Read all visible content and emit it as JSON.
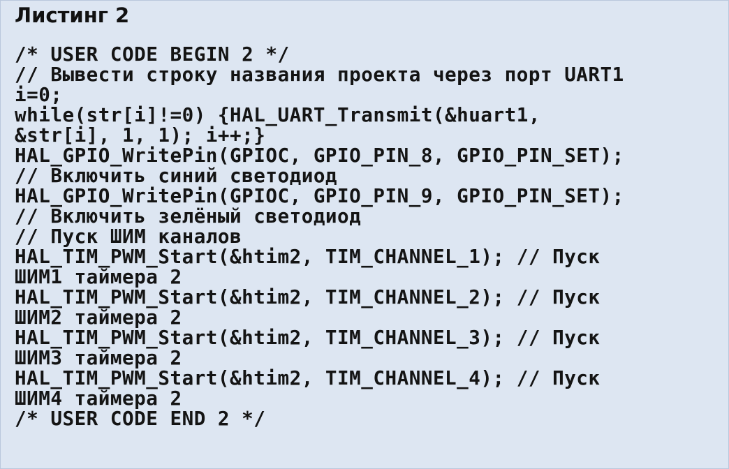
{
  "listing": {
    "title": "Листинг 2",
    "background_color": "#dde6f2",
    "lines": [
      "/* USER CODE BEGIN 2 */",
      "// Вывести строку названия проекта через порт UART1",
      "i=0;",
      "while(str[i]!=0) {HAL_UART_Transmit(&huart1,",
      "&str[i], 1, 1); i++;}",
      "HAL_GPIO_WritePin(GPIOC, GPIO_PIN_8, GPIO_PIN_SET);",
      "// Включить синий светодиод",
      "HAL_GPIO_WritePin(GPIOC, GPIO_PIN_9, GPIO_PIN_SET);",
      "// Включить зелёный светодиод",
      "// Пуск ШИМ каналов",
      "HAL_TIM_PWM_Start(&htim2, TIM_CHANNEL_1); // Пуск",
      "ШИМ1 таймера 2",
      "HAL_TIM_PWM_Start(&htim2, TIM_CHANNEL_2); // Пуск",
      "ШИМ2 таймера 2",
      "HAL_TIM_PWM_Start(&htim2, TIM_CHANNEL_3); // Пуск",
      "ШИМ3 таймера 2",
      "HAL_TIM_PWM_Start(&htim2, TIM_CHANNEL_4); // Пуск",
      "ШИМ4 таймера 2",
      "/* USER CODE END 2 */"
    ]
  }
}
